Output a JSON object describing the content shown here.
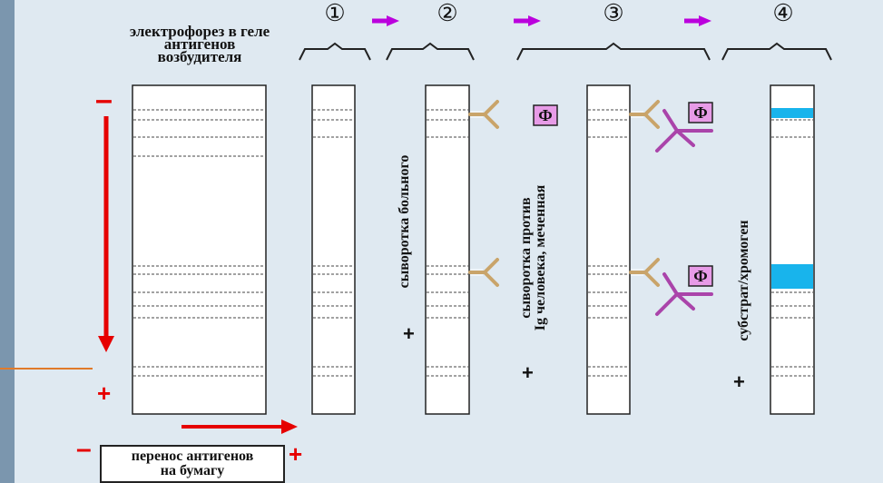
{
  "labels": {
    "electrophoresis": "электрофорез в геле антигенов возбудителя",
    "transfer": "перенос антигенов на бумагу",
    "serum_patient": "сыворотка больного",
    "serum_anti_ig_line1": "сыворотка против",
    "serum_anti_ig_line2": "Ig человека, меченная",
    "substrate": "субстрат/хромоген",
    "enzyme": "Ф",
    "minus": "–",
    "plus": "+"
  },
  "steps": [
    "①",
    "②",
    "③",
    "④"
  ],
  "colors": {
    "background": "#dfe9f1",
    "outer_frame": "#7b96ae",
    "red_arrow": "#e60000",
    "purple_arrow": "#bb00dd",
    "antibody_patient": "#c9a46a",
    "antibody_labeled": "#aa44aa",
    "enzyme_box": "#e79be7",
    "band_highlight": "#18b4ec"
  },
  "icons": [
    "step-arrow-icon",
    "antibody-icon",
    "labeled-antibody-icon",
    "enzyme-icon",
    "bracket-icon"
  ]
}
